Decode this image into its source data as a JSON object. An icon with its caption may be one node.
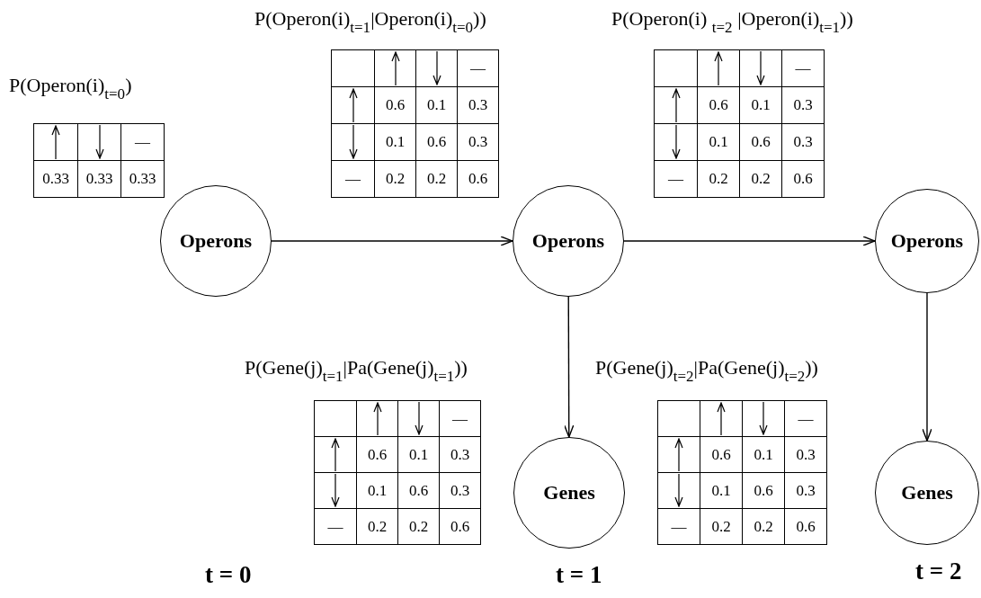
{
  "diagram": {
    "nodes": [
      {
        "text": [
          "Operons"
        ]
      },
      {
        "text": [
          "Operons"
        ]
      },
      {
        "text": [
          "Operons"
        ]
      },
      {
        "text": [
          "Genes"
        ]
      },
      {
        "text": [
          "Genes"
        ]
      }
    ],
    "edges": [
      {
        "from": 0,
        "to": 1,
        "arrow": "to"
      },
      {
        "from": 1,
        "to": 2,
        "arrow": "to"
      },
      {
        "from": 1,
        "to": 3,
        "arrow": "to"
      },
      {
        "from": 2,
        "to": 4,
        "arrow": "to"
      }
    ],
    "labels": [
      "P(Operon(i)$_{t=0}$)",
      "—",
      "0.33",
      "0.33",
      "0.33",
      "P(Operon(i)$_{t=1}$|Operon(i)$_{t=0}$))",
      "—",
      "0.6",
      "0.1",
      "0.3",
      "0.1",
      "0.6",
      "0.3",
      "—",
      "0.2",
      "0.2",
      "0.6",
      "P(Operon(i) $_{t=2}$ |Operon(i)$_{t=1}$))",
      "—",
      "0.6",
      "0.1",
      "0.3",
      "0.1",
      "0.6",
      "0.3",
      "—",
      "0.2",
      "0.2",
      "0.6",
      "P(Gene(j)$_{t=1}$|Pa(Gene(j)$_{t=1}$))",
      "—",
      "0.6",
      "0.1",
      "0.3",
      "0.1",
      "0.6",
      "0.3",
      "—",
      "0.2",
      "0.2",
      "0.6",
      "P(Gene(j)$_{t=2}$|Pa(Gene(j)$_{t=2}$))",
      "—",
      "0.6",
      "0.1",
      "0.3",
      "0.1",
      "0.6",
      "0.3",
      "—",
      "0.2",
      "0.2",
      "0.6",
      "t = 0",
      "t = 1",
      "t = 2"
    ]
  }
}
